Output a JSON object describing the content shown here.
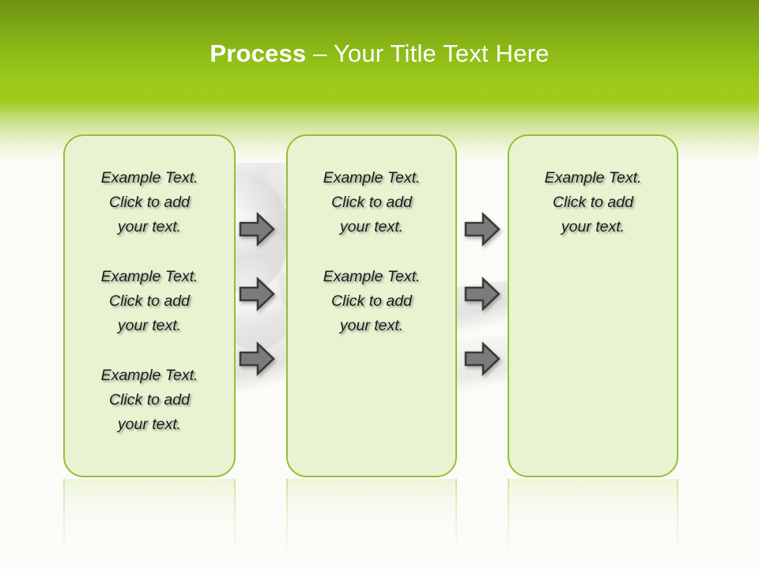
{
  "slide": {
    "title_strong": "Process",
    "title_rest": " – Your Title Text Here",
    "background_color": "#fbfcf7",
    "header_top_color": "#6d9110",
    "header_bottom_color": "#9fcc1e",
    "box_border_color": "#93c034",
    "box_fill_color": "#e9f3d1",
    "arrow_fill_color": "#7b7b7b",
    "arrow_stroke_color": "#3a3a3a",
    "title_color": "#ffffff"
  },
  "columns": [
    {
      "name": "column-1",
      "blocks": [
        "Example Text.\nClick  to add\nyour text.",
        "Example Text.\nClick  to add\nyour text.",
        "Example Text.\nClick  to add\nyour text."
      ]
    },
    {
      "name": "column-2",
      "blocks": [
        "Example Text.\nClick  to add\nyour text.",
        "Example Text.\nClick  to add\nyour text."
      ]
    },
    {
      "name": "column-3",
      "blocks": [
        "Example Text.\nClick  to add\nyour text."
      ]
    }
  ],
  "connectors": {
    "gap_1_arrows": 3,
    "gap_2_arrows": 3,
    "icon": "arrow-right-icon"
  }
}
